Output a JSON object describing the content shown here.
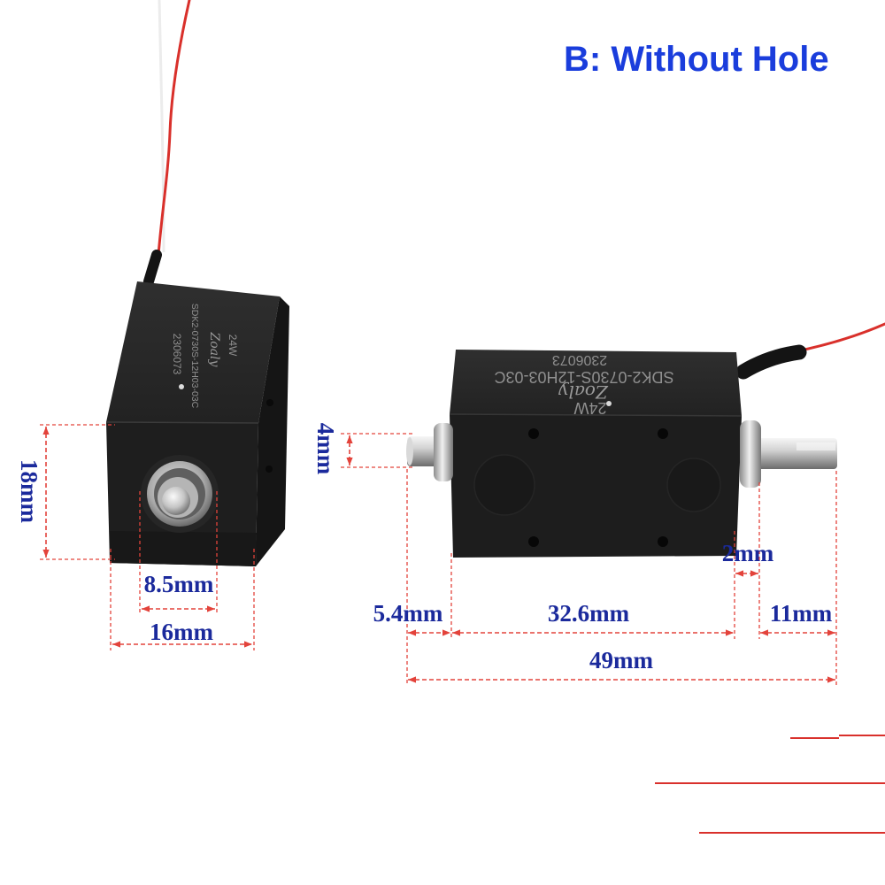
{
  "title": "B: Without Hole",
  "colors": {
    "title": "#1a3ddc",
    "dimension_text": "#1b2a9c",
    "dimension_line": "#e3433b",
    "wire": "#d9302b",
    "body": "#1d1d1d"
  },
  "end_view": {
    "marking": {
      "power": "24W",
      "brand": "Zoaly",
      "model": "SDK2-0730S-12H03-03C",
      "date_code": "2306073"
    },
    "dimensions": {
      "height": "18mm",
      "plunger_diameter": "8.5mm",
      "width": "16mm"
    }
  },
  "side_view": {
    "marking": {
      "power": "24W",
      "brand": "Zoaly",
      "model": "SDK2-0730S-12H03-03C",
      "date_code": "2306073"
    },
    "dimensions": {
      "shaft_diameter": "4mm",
      "collar_width": "2mm",
      "left_shaft": "5.4mm",
      "body_length": "32.6mm",
      "right_shaft": "11mm",
      "total_length": "49mm"
    }
  }
}
